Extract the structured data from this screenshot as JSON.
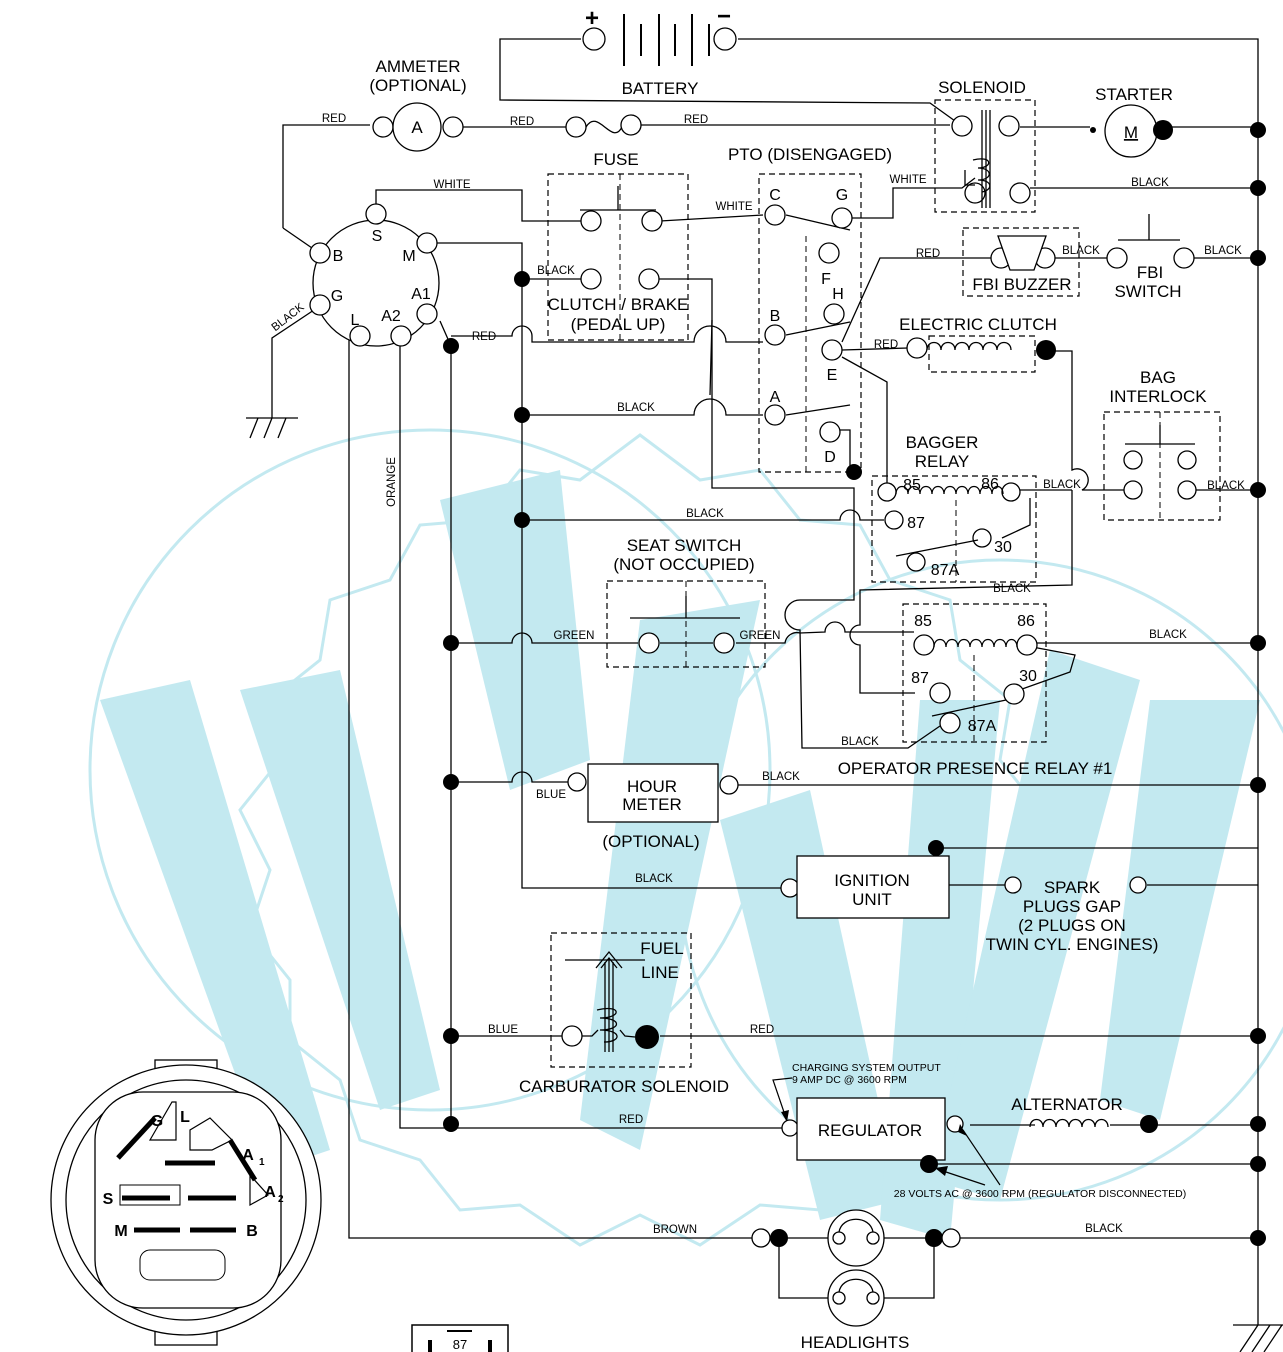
{
  "components": {
    "battery": "BATTERY",
    "ammeter": "AMMETER",
    "ammeter_opt": "(OPTIONAL)",
    "ammeter_letter": "A",
    "solenoid": "SOLENOID",
    "starter": "STARTER",
    "starter_letter": "M",
    "fuse": "FUSE",
    "pto": "PTO (DISENGAGED)",
    "clutch_brake_1": "CLUTCH / BRAKE",
    "clutch_brake_2": "(PEDAL UP)",
    "fbi_buzzer": "FBI BUZZER",
    "fbi_switch_1": "FBI",
    "fbi_switch_2": "SWITCH",
    "electric_clutch": "ELECTRIC CLUTCH",
    "bag_interlock_1": "BAG",
    "bag_interlock_2": "INTERLOCK",
    "bagger_relay_1": "BAGGER",
    "bagger_relay_2": "RELAY",
    "seat_switch_1": "SEAT SWITCH",
    "seat_switch_2": "(NOT OCCUPIED)",
    "op_relay": "OPERATOR PRESENCE RELAY #1",
    "hour_meter_1": "HOUR",
    "hour_meter_2": "METER",
    "hour_meter_opt": "(OPTIONAL)",
    "ignition_1": "IGNITION",
    "ignition_2": "UNIT",
    "spark_1": "SPARK",
    "spark_2": "PLUGS GAP",
    "spark_3": "(2 PLUGS ON",
    "spark_4": "TWIN CYL. ENGINES)",
    "fuel_1": "FUEL",
    "fuel_2": "LINE",
    "carb": "CARBURATOR SOLENOID",
    "charging_1": "CHARGING SYSTEM OUTPUT",
    "charging_2": "9 AMP DC @ 3600 RPM",
    "regulator": "REGULATOR",
    "alternator": "ALTERNATOR",
    "volts_ac": "28 VOLTS AC @ 3600 RPM (REGULATOR DISCONNECTED)",
    "headlights": "HEADLIGHTS",
    "relay_inset": "87"
  },
  "battery_signs": {
    "plus": "+",
    "minus": "−"
  },
  "ignition_switch": {
    "S": "S",
    "B": "B",
    "M": "M",
    "G": "G",
    "L": "L",
    "A1": "A1",
    "A2": "A2"
  },
  "pto_terminals": {
    "C": "C",
    "G": "G",
    "F": "F",
    "H": "H",
    "B": "B",
    "E": "E",
    "A": "A",
    "D": "D"
  },
  "bagger_relay_terms": {
    "t85": "85",
    "t86": "86",
    "t87": "87",
    "t30": "30",
    "t87a": "87A"
  },
  "op_relay_terms": {
    "t85": "85",
    "t86": "86",
    "t87": "87",
    "t30": "30",
    "t87a": "87A"
  },
  "connector_pins": {
    "G": "G",
    "L": "L",
    "A1": "A",
    "A1_sub": "1",
    "S": "S",
    "A2": "A",
    "A2_sub": "2",
    "M": "M",
    "B": "B"
  },
  "wire_labels": {
    "red_ammeter_left": "RED",
    "red_ammeter_right": "RED",
    "red_fuse": "RED",
    "white_s": "WHITE",
    "white_pto_c": "WHITE",
    "white_solenoid": "WHITE",
    "black_solenoid": "BLACK",
    "black_ground": "BLACK",
    "black_clutch": "BLACK",
    "red_a1": "RED",
    "red_buzzer": "RED",
    "black_buzzer": "BLACK",
    "black_fbi": "BLACK",
    "red_eclutch": "RED",
    "black_pto_a": "BLACK",
    "orange": "ORANGE",
    "black_bag_1": "BLACK",
    "black_bag_2": "BLACK",
    "black_87": "BLACK",
    "black_relay_lower": "BLACK",
    "green_left": "GREEN",
    "green_right": "GREEN",
    "black_op86": "BLACK",
    "black_op87a": "BLACK",
    "blue_hour": "BLUE",
    "black_hour": "BLACK",
    "black_ign": "BLACK",
    "blue_carb": "BLUE",
    "red_carb": "RED",
    "red_reg": "RED",
    "brown": "BROWN",
    "black_headlight": "BLACK"
  }
}
